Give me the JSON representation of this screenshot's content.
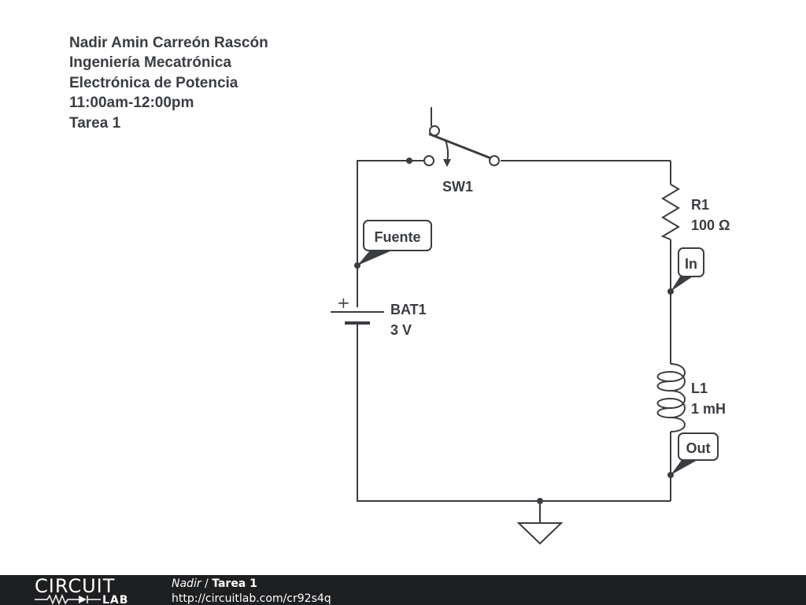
{
  "header": {
    "line1": "Nadir Amin Carreón Rascón",
    "line2": "Ingeniería Mecatrónica",
    "line3": "Electrónica de Potencia",
    "line4": "11:00am-12:00pm",
    "line5": "Tarea 1"
  },
  "components": {
    "switch": {
      "name": "SW1"
    },
    "resistor": {
      "name": "R1",
      "value": "100 Ω"
    },
    "battery": {
      "name": "BAT1",
      "value": "3 V",
      "polarity": "+"
    },
    "inductor": {
      "name": "L1",
      "value": "1 mH"
    }
  },
  "net_labels": {
    "fuente": "Fuente",
    "in": "In",
    "out": "Out"
  },
  "footer": {
    "logo_top": "CIRCUIT",
    "logo_bottom": "LAB",
    "author": "Nadir",
    "separator": " / ",
    "title": "Tarea 1",
    "url": "http://circuitlab.com/cr92s4q"
  }
}
